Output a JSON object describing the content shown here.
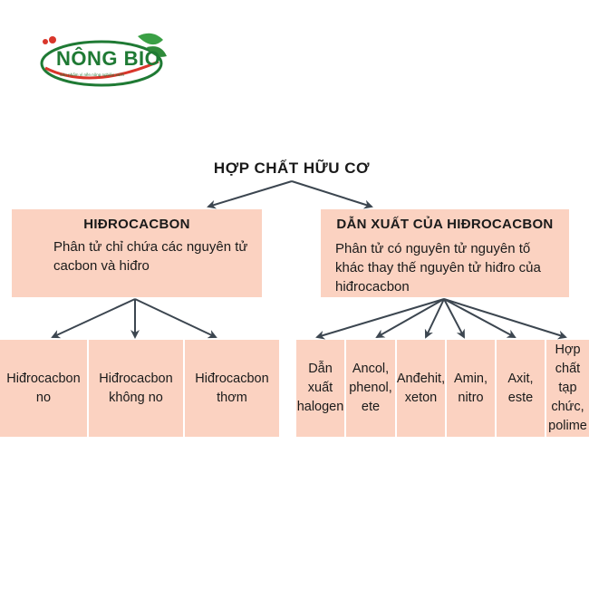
{
  "logo": {
    "name": "NÔNG BIO",
    "tagline": "Sản phẩm vì nền nông nghiệp xanh"
  },
  "root": {
    "title": "HỢP CHẤT HỮU CƠ"
  },
  "branches": [
    {
      "title": "HIĐROCACBON",
      "description": "Phân tử chỉ chứa các nguyên tử cacbon và hiđro",
      "children": [
        "Hiđrocacbon no",
        "Hiđrocacbon không no",
        "Hiđrocacbon thơm"
      ]
    },
    {
      "title": "DẪN XUẤT CỦA HIĐROCACBON",
      "description": "Phân tử có nguyên tử nguyên tố khác thay thế nguyên tử hiđro của hiđrocacbon",
      "children": [
        "Dẫn xuất halogen",
        "Ancol, phenol, ete",
        "Anđehit, xeton",
        "Amin, nitro",
        "Axit, este",
        "Hợp chất tạp chức, polime"
      ]
    }
  ],
  "colors": {
    "box_fill": "#fbd2c1",
    "line": "#3c4650",
    "logo_green": "#1f7a34",
    "logo_red": "#d9362b"
  }
}
